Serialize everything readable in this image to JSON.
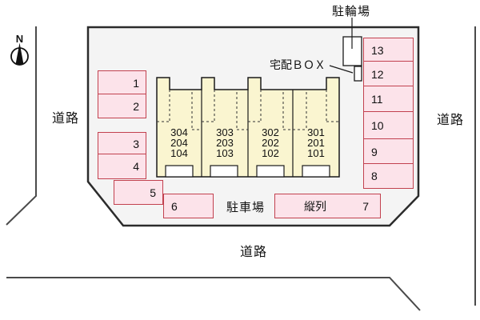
{
  "compass": {
    "north_label": "N"
  },
  "roads": {
    "left_label": "道路",
    "right_label": "道路",
    "bottom_label": "道路"
  },
  "site": {
    "bicycle_parking_label": "駐輪場",
    "delivery_box_label": "宅配ＢＯＸ",
    "parking_lot_label": "駐車場"
  },
  "building": {
    "units": [
      {
        "room_numbers": [
          "304",
          "204",
          "104"
        ]
      },
      {
        "room_numbers": [
          "303",
          "203",
          "103"
        ]
      },
      {
        "room_numbers": [
          "302",
          "202",
          "102"
        ]
      },
      {
        "room_numbers": [
          "301",
          "201",
          "101"
        ]
      }
    ]
  },
  "parking_spaces": {
    "left_column": [
      "1",
      "2",
      "3",
      "4"
    ],
    "staggered": [
      "5",
      "6"
    ],
    "tandem_space": {
      "label": "縦列",
      "number": "7"
    },
    "right_column": [
      "13",
      "12",
      "11",
      "10",
      "9",
      "8"
    ]
  },
  "colors": {
    "space_fill": "#fce3ea",
    "space_border": "#c2414f",
    "building_fill": "#faf5d0",
    "site_fill": "#f4f4f4",
    "outline": "#1a1a1a",
    "road_line": "#4a4a4a"
  }
}
